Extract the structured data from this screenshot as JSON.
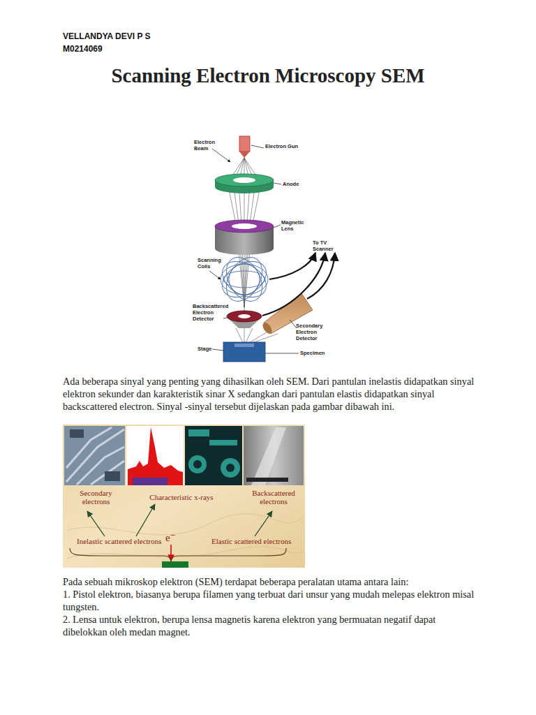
{
  "diagram": {
    "title": "Scanning Electron Microscopy SEM",
    "labels": [
      "VELLANDYA DEVI P S",
      "M0214069",
      "Electron Beam",
      "Electron Gun",
      "Anode",
      "Magnetic Lens",
      "To TV Scanner",
      "Scanning Coils",
      "Backscattered Electron Detector",
      "Secondary Electron Detector",
      "Stage",
      "Specimen",
      "Ada beberapa sinyal yang penting yang dihasilkan oleh SEM. Dari pantulan inelastis didapatkan sinyal elektron sekunder dan karakteristik sinar X sedangkan dari pantulan elastis didapatkan sinyal backscattered electron. Sinyal -sinyal tersebut dijelaskan pada gambar dibawah ini.",
      "Secondary electrons",
      "Characteristic x-rays",
      "Backscattered electrons",
      "e⁻",
      "Inelastic scattered electrons",
      "Elastic scattered electrons",
      "Pada sebuah mikroskop elektron (SEM) terdapat beberapa peralatan utama antara lain:",
      "1. Pistol elektron, biasanya berupa filamen yang terbuat dari unsur yang mudah melepas elektron misal tungsten.",
      "2. Lensa untuk elektron, berupa lensa magnetis karena elektron yang bermuatan negatif dapat dibelokkan oleh medan magnet."
    ]
  }
}
